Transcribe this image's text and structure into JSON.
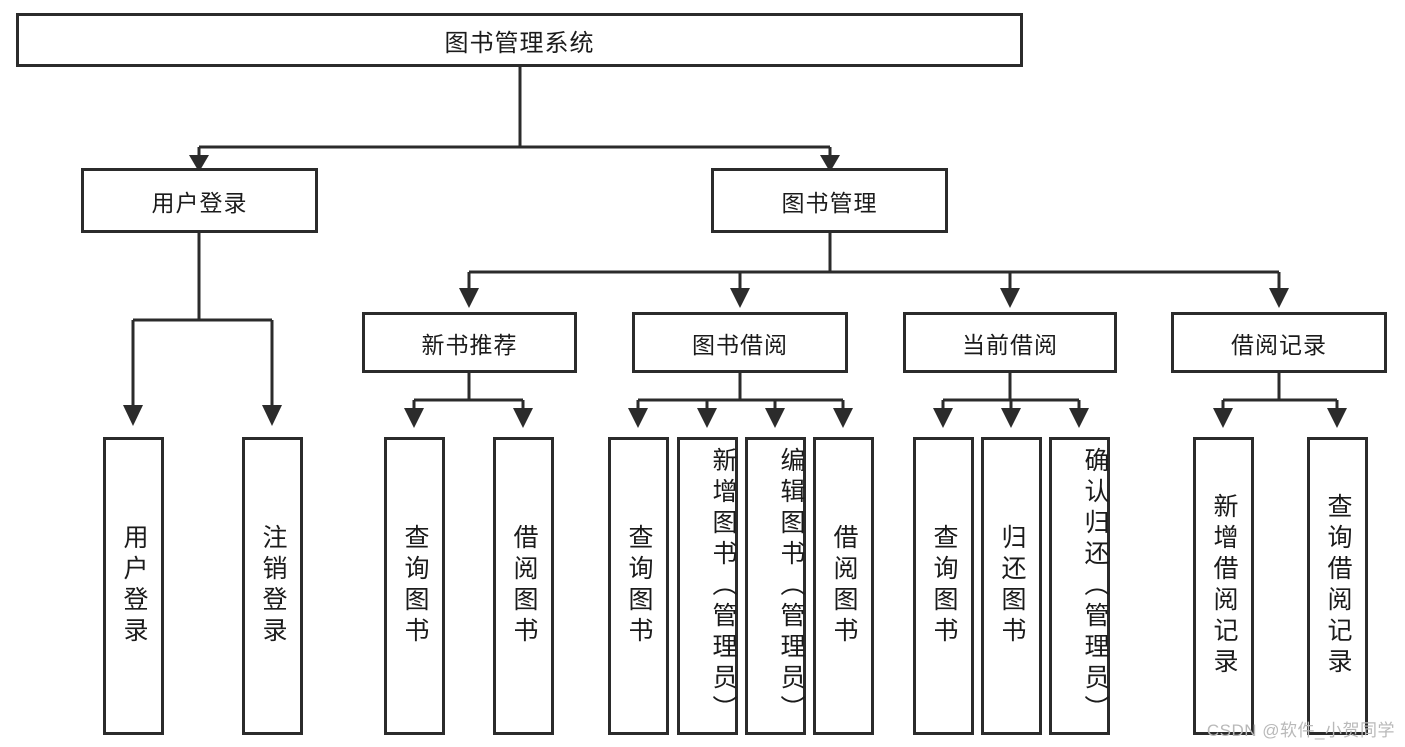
{
  "diagram": {
    "type": "tree",
    "title": "图书管理系统",
    "orientation": "top-down",
    "colors": {
      "box_border": "#2b2b2b",
      "box_fill": "#ffffff",
      "connector": "#2b2b2b",
      "text": "#1b1b1b",
      "watermark": "#b9b9b9",
      "background": "#ffffff"
    }
  },
  "nodes": {
    "root": {
      "label": "图书管理系统"
    },
    "level2": [
      {
        "label": "用户登录"
      },
      {
        "label": "图书管理"
      }
    ],
    "level3": [
      {
        "label": "新书推荐"
      },
      {
        "label": "图书借阅"
      },
      {
        "label": "当前借阅"
      },
      {
        "label": "借阅记录"
      }
    ],
    "leaves": {
      "user_login": [
        {
          "label": "用户登录"
        },
        {
          "label": "注销登录"
        }
      ],
      "new_book_recommend": [
        {
          "label": "查询图书"
        },
        {
          "label": "借阅图书"
        }
      ],
      "book_borrow": [
        {
          "label": "查询图书"
        },
        {
          "label": "新增图书（管理员）"
        },
        {
          "label": "编辑图书（管理员）"
        },
        {
          "label": "借阅图书"
        }
      ],
      "current_borrow": [
        {
          "label": "查询图书"
        },
        {
          "label": "归还图书"
        },
        {
          "label": "确认归还（管理员）"
        }
      ],
      "borrow_records": [
        {
          "label": "新增借阅记录"
        },
        {
          "label": "查询借阅记录"
        }
      ]
    }
  },
  "watermark": {
    "text": "CSDN @软件_小贺同学"
  }
}
